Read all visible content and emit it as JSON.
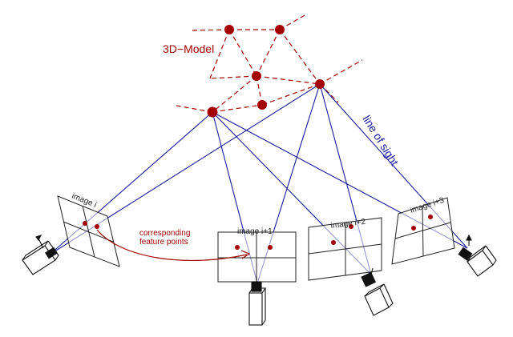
{
  "labels": {
    "model": "3D−Model",
    "line_of_sight": "line of sight",
    "corresponding": "corresponding",
    "feature_points": "feature points",
    "image_1": "image i",
    "image_2": "image i+1",
    "image_3": "image i+2",
    "image_4": "image i+3"
  },
  "colors": {
    "model_red": "#a30000",
    "ray_blue": "#1a1aa0",
    "line_black": "#222222"
  }
}
